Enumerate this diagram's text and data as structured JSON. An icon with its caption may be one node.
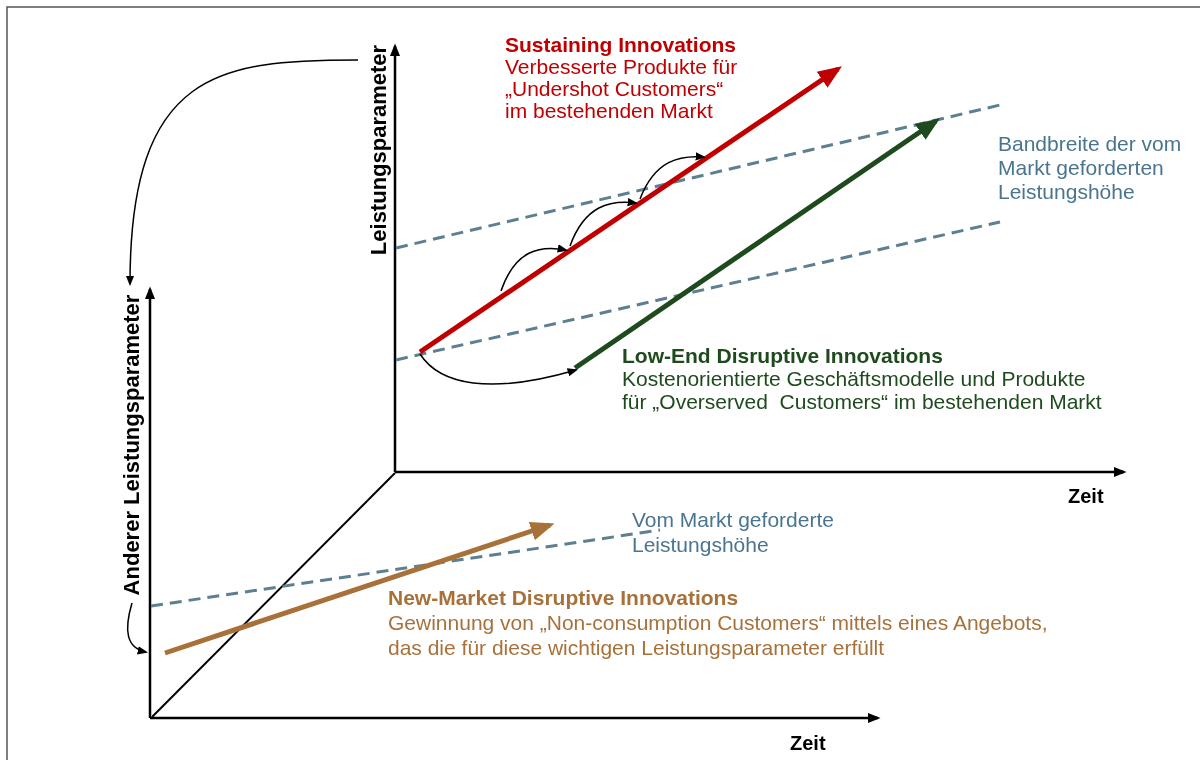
{
  "diagram": {
    "labels": [
      "Sustaining Innovations",
      "Verbesserte Produkte für „Undershot Customers“ im bestehenden Markt",
      "Leistungsparameter",
      "Bandbreite der vom Markt geforderten Leistungshöhe",
      "Anderer Leistungsparameter",
      "Low-End Disruptive Innovations",
      "Kostenorientierte Geschäftsmodelle und Produkte für „Overserved  Customers“ im bestehenden Markt",
      "Zeit",
      "Vom Markt geforderte Leistungshöhe",
      "New-Market Disruptive Innovations",
      "Gewinnung von „Non-consumption Customers“ mittels eines Angebots, das die für diese wichtigen Leistungsparameter erfüllt",
      "Zeit"
    ]
  }
}
